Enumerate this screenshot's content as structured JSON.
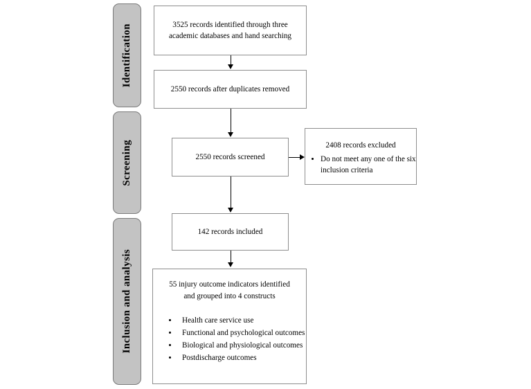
{
  "diagram": {
    "type": "prisma-flow-diagram",
    "stages": [
      {
        "id": "identification",
        "label": "Identification"
      },
      {
        "id": "screening",
        "label": "Screening"
      },
      {
        "id": "inclusion",
        "label": "Inclusion and analysis"
      }
    ],
    "boxes": {
      "identified": {
        "text": "3525 records identified through three academic databases and hand searching",
        "count": 3525
      },
      "duplicates_removed": {
        "text": "2550 records after duplicates removed",
        "count": 2550
      },
      "screened": {
        "text": "2550 records screened",
        "count": 2550
      },
      "excluded": {
        "title": "2408 records excluded",
        "count": 2408,
        "reasons": [
          "Do not meet any one of the six inclusion criteria"
        ]
      },
      "included": {
        "text": "142 records included",
        "count": 142
      },
      "constructs": {
        "heading": "55 injury outcome indicators identified and grouped into 4 constructs",
        "indicator_count": 55,
        "construct_count": 4,
        "items": [
          "Health care service use",
          "Functional and psychological outcomes",
          "Biological and physiological outcomes",
          "Postdischarge outcomes"
        ]
      }
    },
    "colors": {
      "stage_bar_fill": "#c3c3c3",
      "stage_bar_border": "#7a7a7a",
      "box_border": "#8d8d8d",
      "connector": "#000000",
      "background": "#ffffff",
      "text": "#000000"
    }
  }
}
